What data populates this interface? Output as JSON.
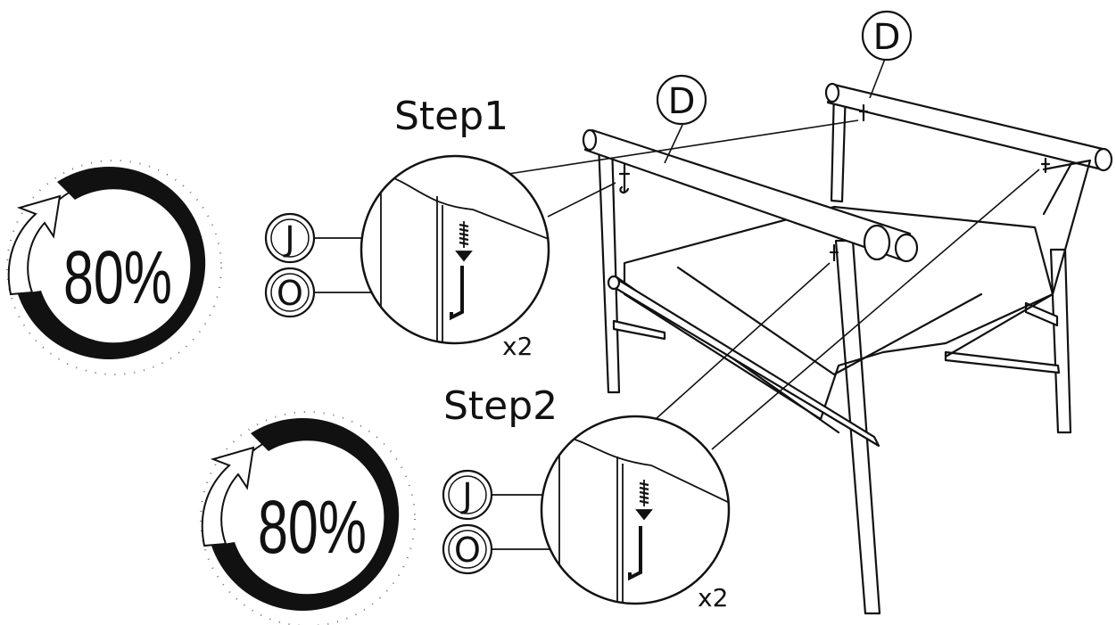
{
  "steps": [
    {
      "title": "Step1",
      "percent": 80,
      "percent_label": "80%",
      "quantity": "x2",
      "parts": [
        {
          "letter": "J"
        },
        {
          "letter": "O"
        }
      ]
    },
    {
      "title": "Step2",
      "percent": 80,
      "percent_label": "80%",
      "quantity": "x2",
      "parts": [
        {
          "letter": "J"
        },
        {
          "letter": "O"
        }
      ]
    }
  ],
  "callouts": [
    {
      "letter": "D"
    },
    {
      "letter": "D"
    }
  ],
  "colors": {
    "ink": "#111111",
    "paper": "#ffffff"
  },
  "icons": [
    "rotate-arrow-icon",
    "screw-icon",
    "allen-key-icon"
  ]
}
